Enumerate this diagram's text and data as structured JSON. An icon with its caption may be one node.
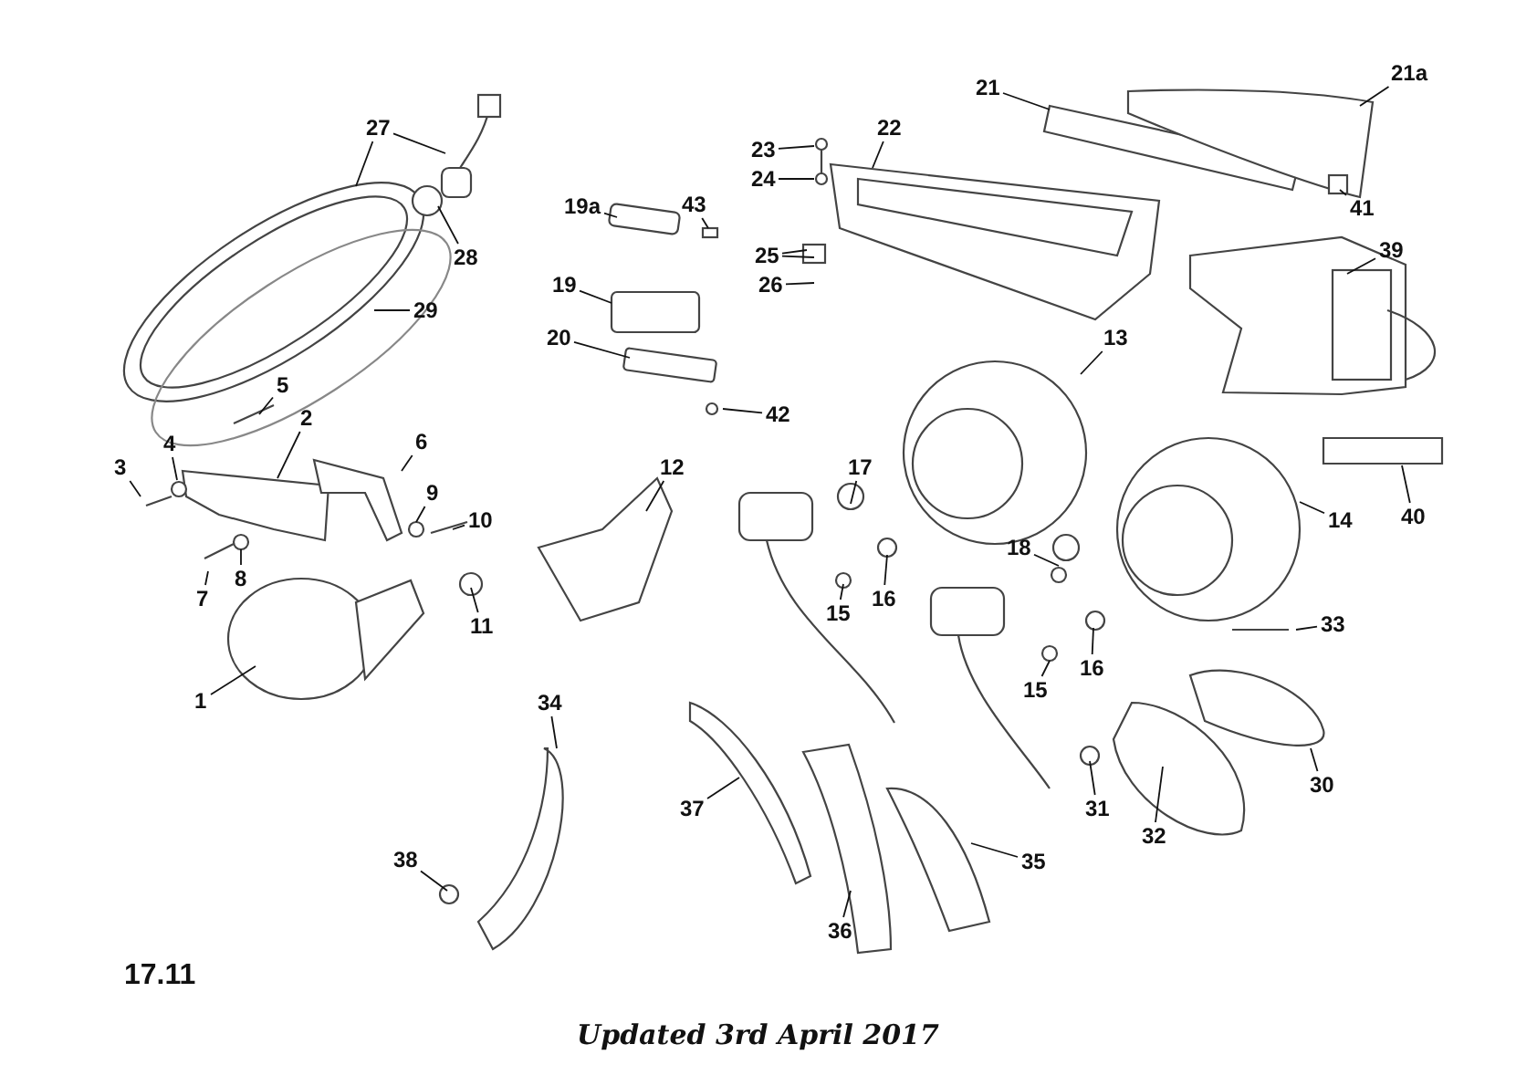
{
  "diagram": {
    "nodes": [
      {
        "text": [
          "21a"
        ]
      },
      {
        "text": [
          "21"
        ]
      },
      {
        "text": [
          "27"
        ]
      },
      {
        "text": [
          "22"
        ]
      },
      {
        "text": [
          "23"
        ]
      },
      {
        "text": [
          "24"
        ]
      },
      {
        "text": [
          "43"
        ]
      },
      {
        "text": [
          "41"
        ]
      },
      {
        "text": [
          "19a"
        ]
      },
      {
        "text": [
          "39"
        ]
      },
      {
        "text": [
          "25"
        ]
      },
      {
        "text": [
          "28"
        ]
      },
      {
        "text": [
          "19"
        ]
      },
      {
        "text": [
          "26"
        ]
      },
      {
        "text": [
          "29"
        ]
      },
      {
        "text": [
          "20"
        ]
      },
      {
        "text": [
          "13"
        ]
      },
      {
        "text": [
          "5"
        ]
      },
      {
        "text": [
          "42"
        ]
      },
      {
        "text": [
          "2"
        ]
      },
      {
        "text": [
          "6"
        ]
      },
      {
        "text": [
          "4"
        ]
      },
      {
        "text": [
          "3"
        ]
      },
      {
        "text": [
          "17"
        ]
      },
      {
        "text": [
          "12"
        ]
      },
      {
        "text": [
          "9"
        ]
      },
      {
        "text": [
          "40"
        ]
      },
      {
        "text": [
          "14"
        ]
      },
      {
        "text": [
          "10"
        ]
      },
      {
        "text": [
          "18"
        ]
      },
      {
        "text": [
          "8"
        ]
      },
      {
        "text": [
          "7"
        ]
      },
      {
        "text": [
          "16"
        ]
      },
      {
        "text": [
          "15"
        ]
      },
      {
        "text": [
          "33"
        ]
      },
      {
        "text": [
          "11"
        ]
      },
      {
        "text": [
          "16"
        ]
      },
      {
        "text": [
          "15"
        ]
      },
      {
        "text": [
          "1"
        ]
      },
      {
        "text": [
          "34"
        ]
      },
      {
        "text": [
          "30"
        ]
      },
      {
        "text": [
          "37"
        ]
      },
      {
        "text": [
          "31"
        ]
      },
      {
        "text": [
          "32"
        ]
      },
      {
        "text": [
          "38"
        ]
      },
      {
        "text": [
          "35"
        ]
      },
      {
        "text": [
          "36"
        ]
      }
    ],
    "edges": [
      {
        "from": 0,
        "to": null,
        "arrow": "none"
      },
      {
        "from": 1,
        "to": null,
        "arrow": "none"
      },
      {
        "from": 2,
        "to": null,
        "arrow": "none"
      },
      {
        "from": 2,
        "to": null,
        "arrow": "none"
      },
      {
        "from": 3,
        "to": null,
        "arrow": "none"
      },
      {
        "from": 4,
        "to": null,
        "arrow": "none"
      },
      {
        "from": 5,
        "to": null,
        "arrow": "none"
      },
      {
        "from": 6,
        "to": null,
        "arrow": "none"
      },
      {
        "from": 7,
        "to": null,
        "arrow": "none"
      },
      {
        "from": 8,
        "to": null,
        "arrow": "none"
      },
      {
        "from": 9,
        "to": null,
        "arrow": "none"
      },
      {
        "from": 10,
        "to": null,
        "arrow": "none"
      },
      {
        "from": 10,
        "to": null,
        "arrow": "none"
      },
      {
        "from": 11,
        "to": null,
        "arrow": "none"
      },
      {
        "from": 12,
        "to": null,
        "arrow": "none"
      },
      {
        "from": 13,
        "to": null,
        "arrow": "none"
      },
      {
        "from": 14,
        "to": null,
        "arrow": "none"
      },
      {
        "from": 15,
        "to": null,
        "arrow": "none"
      },
      {
        "from": 16,
        "to": null,
        "arrow": "none"
      },
      {
        "from": 17,
        "to": null,
        "arrow": "none"
      },
      {
        "from": 18,
        "to": null,
        "arrow": "none"
      },
      {
        "from": 19,
        "to": null,
        "arrow": "none"
      },
      {
        "from": 20,
        "to": null,
        "arrow": "none"
      },
      {
        "from": 21,
        "to": null,
        "arrow": "none"
      },
      {
        "from": 22,
        "to": null,
        "arrow": "none"
      },
      {
        "from": 23,
        "to": null,
        "arrow": "none"
      },
      {
        "from": 24,
        "to": null,
        "arrow": "none"
      },
      {
        "from": 25,
        "to": null,
        "arrow": "none"
      },
      {
        "from": 26,
        "to": null,
        "arrow": "none"
      },
      {
        "from": 27,
        "to": null,
        "arrow": "none"
      },
      {
        "from": 28,
        "to": null,
        "arrow": "none"
      },
      {
        "from": 29,
        "to": null,
        "arrow": "none"
      },
      {
        "from": 30,
        "to": null,
        "arrow": "none"
      },
      {
        "from": 31,
        "to": null,
        "arrow": "none"
      },
      {
        "from": 32,
        "to": null,
        "arrow": "none"
      },
      {
        "from": 33,
        "to": null,
        "arrow": "none"
      },
      {
        "from": 34,
        "to": null,
        "arrow": "none"
      },
      {
        "from": 35,
        "to": null,
        "arrow": "none"
      },
      {
        "from": 36,
        "to": null,
        "arrow": "none"
      },
      {
        "from": 37,
        "to": null,
        "arrow": "none"
      },
      {
        "from": 38,
        "to": null,
        "arrow": "none"
      },
      {
        "from": 39,
        "to": null,
        "arrow": "none"
      },
      {
        "from": 40,
        "to": null,
        "arrow": "none"
      },
      {
        "from": 41,
        "to": null,
        "arrow": "none"
      },
      {
        "from": 42,
        "to": null,
        "arrow": "none"
      },
      {
        "from": 43,
        "to": null,
        "arrow": "none"
      },
      {
        "from": 44,
        "to": null,
        "arrow": "none"
      },
      {
        "from": 45,
        "to": null,
        "arrow": "none"
      },
      {
        "from": 46,
        "to": null,
        "arrow": "none"
      }
    ],
    "labels": [
      "17.11",
      "Updated 3rd April 2017"
    ]
  }
}
